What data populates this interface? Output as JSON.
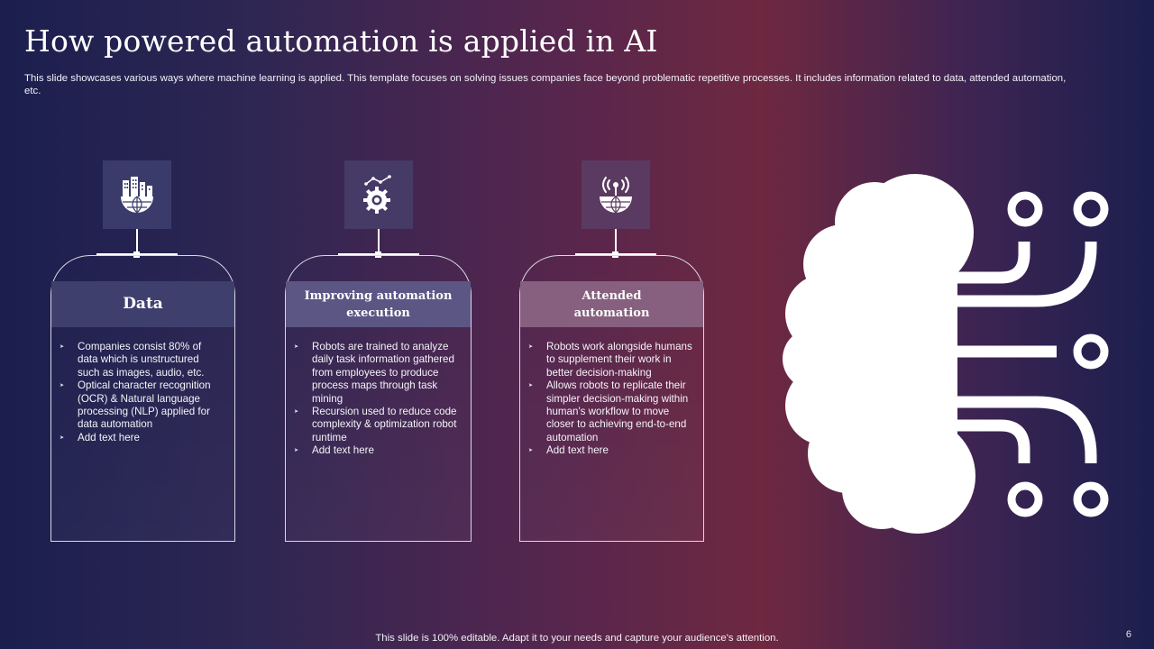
{
  "slide": {
    "title": "How powered automation is applied in AI",
    "subtitle": "This slide showcases various ways where machine learning is applied. This template focuses on solving issues companies face beyond problematic repetitive processes. It includes information related to data, attended automation, etc.",
    "footer": "This slide is 100% editable. Adapt it to your needs and capture your audience's attention.",
    "page_number": "6"
  },
  "cards": [
    {
      "icon": "city-globe-icon",
      "heading": "Data",
      "bullets": [
        "Companies consist 80% of data which is unstructured such as images, audio, etc.",
        "Optical character recognition (OCR) & Natural language processing (NLP) applied for data automation",
        "Add text here"
      ]
    },
    {
      "icon": "gear-chart-icon",
      "heading": "Improving automation execution",
      "bullets": [
        "Robots are trained to analyze daily task information gathered from employees to produce process maps through task mining",
        "Recursion used to reduce code complexity & optimization robot runtime",
        "Add text here"
      ]
    },
    {
      "icon": "antenna-globe-icon",
      "heading": "Attended automation",
      "bullets": [
        "Robots work alongside humans to supplement their work in better decision-making",
        "Allows robots to replicate their simpler decision-making within human's workflow to move closer to achieving end-to-end automation",
        "Add text here"
      ]
    }
  ],
  "colors": {
    "bg_dark": "#1b1f4e",
    "bg_mid": "#6e2840",
    "icon_box_1": "#3a3b6a",
    "icon_box_2": "#463a66",
    "icon_box_3": "#5a3a60",
    "head_1": "#3f3f6e",
    "head_2": "#5c5684",
    "head_3": "#86607e"
  },
  "illustration": "brain-circuit-icon"
}
